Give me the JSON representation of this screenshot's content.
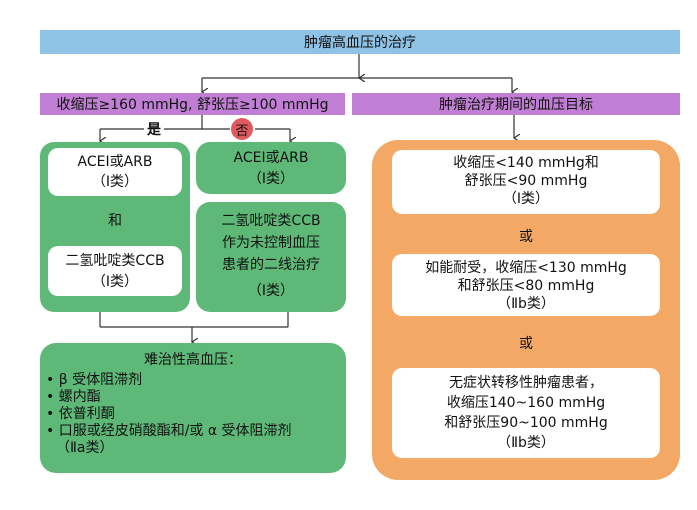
{
  "title": "肿瘤高血压的治疗",
  "left_condition": "收缩压≥160 mmHg, 舒张压≥100 mmHg",
  "right_header": "肿瘤治疗期间的血压目标",
  "yes_label": "是",
  "no_label": "否",
  "yes_box": {
    "drug1": "ACEI或ARB",
    "drug1_class": "（Ⅰ类）",
    "and": "和",
    "drug2": "二氢吡啶类CCB",
    "drug2_class": "（Ⅰ类）"
  },
  "no_box": {
    "drug": "ACEI或ARB",
    "drug_class": "（Ⅰ类）",
    "second_line": [
      "二氢吡啶类CCB",
      "作为未控制血压",
      "患者的二线治疗"
    ],
    "second_line_class": "（Ⅰ类）"
  },
  "refractory": {
    "title": "难治性高血压：",
    "items": [
      "• β 受体阻滞剂",
      "• 螺内酯",
      "• 依普利酮",
      "• 口服或经皮硝酸酯和/或 α 受体阻滞剂"
    ],
    "class": "（Ⅱa类）"
  },
  "targets": {
    "t1": [
      "收缩压<140 mmHg和",
      "舒张压<90 mmHg",
      "（Ⅰ类）"
    ],
    "or1": "或",
    "t2": [
      "如能耐受，收缩压<130 mmHg",
      "和舒张压<80 mmHg",
      "（Ⅱb类）"
    ],
    "or2": "或",
    "t3": [
      "无症状转移性肿瘤患者，",
      "收缩压140~160 mmHg",
      "和舒张压90~100 mmHg",
      "（Ⅱb类）"
    ]
  },
  "colors": {
    "title_bar": "#8fc3e6",
    "header_bar": "#c07fd4",
    "green": "#5eb978",
    "orange": "#f3a865",
    "no_circle": "#e0595e"
  }
}
